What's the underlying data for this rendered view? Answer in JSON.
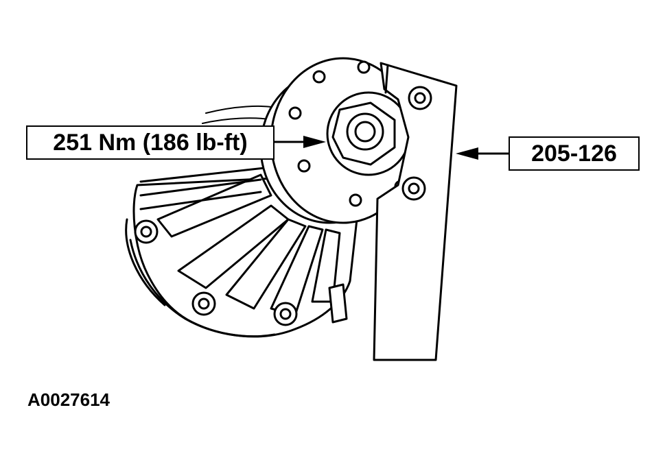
{
  "callouts": {
    "torque_spec": "251 Nm (186 lb-ft)",
    "tool_number": "205-126"
  },
  "figure_id": "A0027614"
}
